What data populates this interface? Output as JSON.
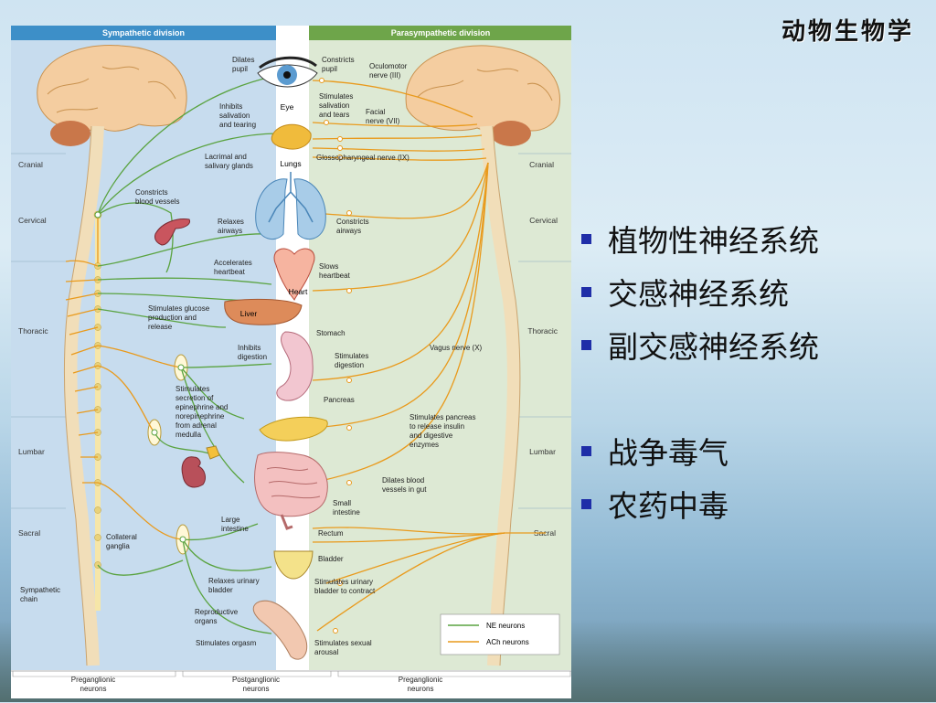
{
  "brand": "动物生物学",
  "bullets": [
    "植物性神经系统",
    "交感神经系统",
    "副交感神经系统"
  ],
  "bullets2": [
    "战争毒气",
    "农药中毒"
  ],
  "diagram": {
    "sym_header": "Sympathetic division",
    "para_header": "Parasympathetic division",
    "regions_left": [
      "Cranial",
      "Cervical",
      "Thoracic",
      "Lumbar",
      "Sacral"
    ],
    "regions_right": [
      "Cranial",
      "Cervical",
      "Thoracic",
      "Lumbar",
      "Sacral"
    ],
    "sym_labels": {
      "dilates_pupil": [
        "Dilates",
        "pupil"
      ],
      "inhibits_salivation": [
        "Inhibits",
        "salivation",
        "and tearing"
      ],
      "lacrimal": [
        "Lacrimal and",
        "salivary glands"
      ],
      "constricts_vessels": [
        "Constricts",
        "blood vessels"
      ],
      "relaxes_airways": [
        "Relaxes",
        "airways"
      ],
      "accel_heart": [
        "Accelerates",
        "heartbeat"
      ],
      "glucose": [
        "Stimulates glucose",
        "production and",
        "release"
      ],
      "inhibits_digestion": [
        "Inhibits",
        "digestion"
      ],
      "adrenal": [
        "Stimulates",
        "secretion of",
        "epinephrine and",
        "norepinephrine",
        "from adrenal",
        "medulla"
      ],
      "collateral": [
        "Collateral",
        "ganglia"
      ],
      "symp_chain": [
        "Sympathetic",
        "chain"
      ],
      "relaxes_bladder": [
        "Relaxes urinary",
        "bladder"
      ],
      "reproductive": [
        "Reproductive",
        "organs"
      ],
      "orgasm": [
        "Stimulates orgasm"
      ]
    },
    "organs": {
      "eye": "Eye",
      "lungs": "Lungs",
      "heart": "Heart",
      "liver": "Liver",
      "stomach": "Stomach",
      "pancreas": "Pancreas",
      "small_intestine": [
        "Small",
        "intestine"
      ],
      "large_intestine": [
        "Large",
        "intestine"
      ],
      "rectum": "Rectum",
      "bladder": "Bladder"
    },
    "para_labels": {
      "constricts_pupil": [
        "Constricts",
        "pupil"
      ],
      "oculomotor": [
        "Oculomotor",
        "nerve (III)"
      ],
      "stim_salivation": [
        "Stimulates",
        "salivation",
        "and tears"
      ],
      "facial": [
        "Facial",
        "nerve (VII)"
      ],
      "glosso": [
        "Glossopharyngeal nerve (IX)"
      ],
      "constricts_airways": [
        "Constricts",
        "airways"
      ],
      "slows_heart": [
        "Slows",
        "heartbeat"
      ],
      "vagus": [
        "Vagus nerve (X)"
      ],
      "stim_digestion": [
        "Stimulates",
        "digestion"
      ],
      "stim_pancreas": [
        "Stimulates pancreas",
        "to release insulin",
        "and digestive",
        "enzymes"
      ],
      "dilates_gut": [
        "Dilates blood",
        "vessels in gut"
      ],
      "stim_bladder": [
        "Stimulates urinary",
        "bladder to contract"
      ],
      "stim_sexual": [
        "Stimulates sexual",
        "arousal"
      ]
    },
    "legend": {
      "ne": "NE neurons",
      "ach": "ACh neurons"
    },
    "footer": [
      [
        "Preganglionic",
        "neurons"
      ],
      [
        "Postganglionic",
        "neurons"
      ],
      [
        "Preganglionic",
        "neurons"
      ]
    ],
    "colors": {
      "sym_bg": "#c7dcee",
      "para_bg": "#dde9d4",
      "header": "#3d8fc8",
      "para_header": "#6ea54a",
      "ne": "#5aa340",
      "ach": "#e99a1c"
    }
  }
}
